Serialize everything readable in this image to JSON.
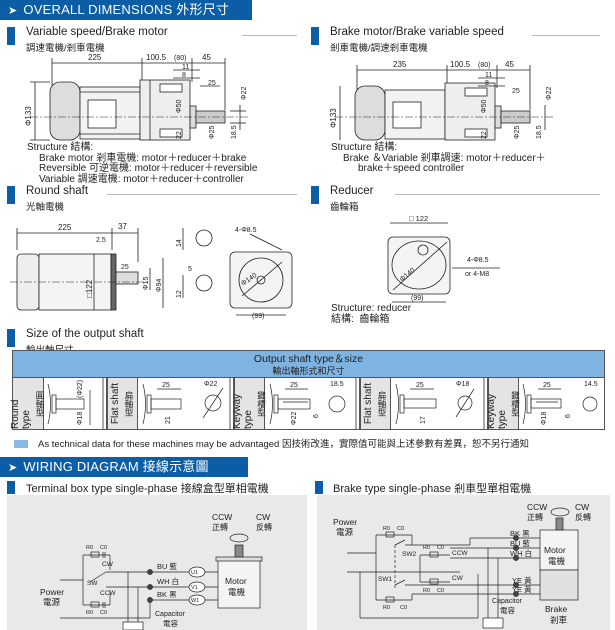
{
  "header_dimensions": {
    "icon": "chevron-right-icon",
    "label": "OVERALL DIMENSIONS  外形尺寸"
  },
  "sec_variable": {
    "title": "Variable speed/Brake motor",
    "subtitle": "調速電機/剎車電機",
    "dims": {
      "len": "225",
      "gear": "100.5",
      "gear_alt": "(80)",
      "shaft": "45",
      "d11": "11",
      "d8": "8",
      "d25": "25",
      "phi22": "Φ22",
      "phi133": "Φ133",
      "phi50": "Φ50",
      "d22": "22",
      "phi25": "Φ25",
      "d185": "18.5"
    },
    "structure_label": "Structure 結構:",
    "structure_lines": [
      "Brake motor 剎車電機: motor＋reducer＋brake",
      "Reversible 可逆電機: motor＋reducer＋reversible",
      "Variable 調速電機: motor＋reducer＋controller"
    ]
  },
  "sec_brake": {
    "title": "Brake motor/Brake variable speed",
    "subtitle": "剎車電機/調速剎車電機",
    "dims": {
      "len": "235",
      "gear": "100.5",
      "gear_alt": "(80)",
      "shaft": "45",
      "d11": "11",
      "d8": "8",
      "d25": "25",
      "phi22": "Φ22",
      "phi133": "Φ133",
      "phi50": "Φ50",
      "d22": "22",
      "phi25": "Φ25",
      "d185": "18.5"
    },
    "structure_label": "Structure 結構:",
    "structure_lines": [
      "Brake ＆Variable 剎車調速: motor＋reducer＋",
      "brake＋speed controller"
    ]
  },
  "sec_round": {
    "title": "Round shaft",
    "subtitle": "光軸電機",
    "dims": {
      "len": "225",
      "d37": "37",
      "d25s": "2.5",
      "d25": "25",
      "phi15": "Φ15",
      "sq122": "□122",
      "phi94": "Φ94",
      "d14": "14",
      "d5": "5",
      "d12": "12",
      "holes": "4-Φ8.5",
      "phi140": "Φ140",
      "d99": "(99)"
    }
  },
  "sec_reducer": {
    "title": "Reducer",
    "subtitle": "齒輪箱",
    "dims": {
      "sq122": "□ 122",
      "holes": "4-Φ8.5",
      "holes_alt": "or  4-M8",
      "phi140": "Φ140",
      "d99": "(99)"
    },
    "structure_lines": [
      "Structure: reducer",
      "結構:  齒輪箱"
    ]
  },
  "sec_output": {
    "title": "Size of the output shaft",
    "subtitle": "輸出軸尺寸",
    "table_head": "Output shaft type＆size",
    "table_head_zh": "輸出軸形式和尺寸",
    "types": [
      {
        "en": "Round type",
        "zh": "圓軸型",
        "dims": [
          "(Φ22)",
          "Φ18"
        ]
      },
      {
        "en": "Flat shaft",
        "zh": "扁軸型",
        "dims": [
          "25",
          "Φ22",
          "21"
        ]
      },
      {
        "en": "Keyway type",
        "zh": "鍵槽型",
        "dims": [
          "25",
          "18.5",
          "Φ22",
          "6"
        ]
      },
      {
        "en": "Flat shaft",
        "zh": "扁軸型",
        "dims": [
          "25",
          "Φ18",
          "17"
        ]
      },
      {
        "en": "Keyway type",
        "zh": "鍵槽型",
        "dims": [
          "25",
          "14.5",
          "Φ18",
          "6"
        ]
      }
    ]
  },
  "note": "As technical data for these machines may be advantaged 因技術改進，實際值可能與上述參數有差異，恕不另行通知",
  "header_wiring": {
    "icon": "chevron-right-icon",
    "label": "WIRING DIAGRAM  接線示意圖"
  },
  "wiring_terminal": {
    "title": "Terminal box type single-phase 接線盒型單相電機",
    "ccw": "CCW",
    "ccw_zh": "正轉",
    "cw": "CW",
    "cw_zh": "反轉",
    "power": "Power",
    "power_zh": "電源",
    "r0": "R0",
    "c0": "C0",
    "sw": "SW",
    "sw_cw": "CW",
    "sw_ccw": "CCW",
    "wires": [
      "BU 藍",
      "WH 白",
      "BK 黑"
    ],
    "terminals": [
      "U1",
      "V1",
      "W1"
    ],
    "motor": "Motor",
    "motor_zh": "電機",
    "capacitor": "Capacitor",
    "capacitor_zh": "電容"
  },
  "wiring_brake": {
    "title": "Brake type single-phase 剎車型單相電機",
    "ccw": "CCW",
    "ccw_zh": "正轉",
    "cw": "CW",
    "cw_zh": "反轉",
    "power": "Power",
    "power_zh": "電源",
    "r0": "R0",
    "c0": "C0",
    "sw1": "SW1",
    "sw2": "SW2",
    "sw_cw": "CW",
    "sw_ccw": "CCW",
    "wires": [
      "BK 黑",
      "BU 藍",
      "WH 白",
      "YE 黃",
      "YE 黃"
    ],
    "motor": "Motor",
    "motor_zh": "電機",
    "brake": "Brake",
    "brake_zh": "剎車",
    "capacitor": "Capacitor",
    "capacitor_zh": "電容"
  },
  "colors": {
    "brand": "#0b5da6",
    "table_head": "#7fb3e2",
    "panel": "#e9e9e9"
  }
}
